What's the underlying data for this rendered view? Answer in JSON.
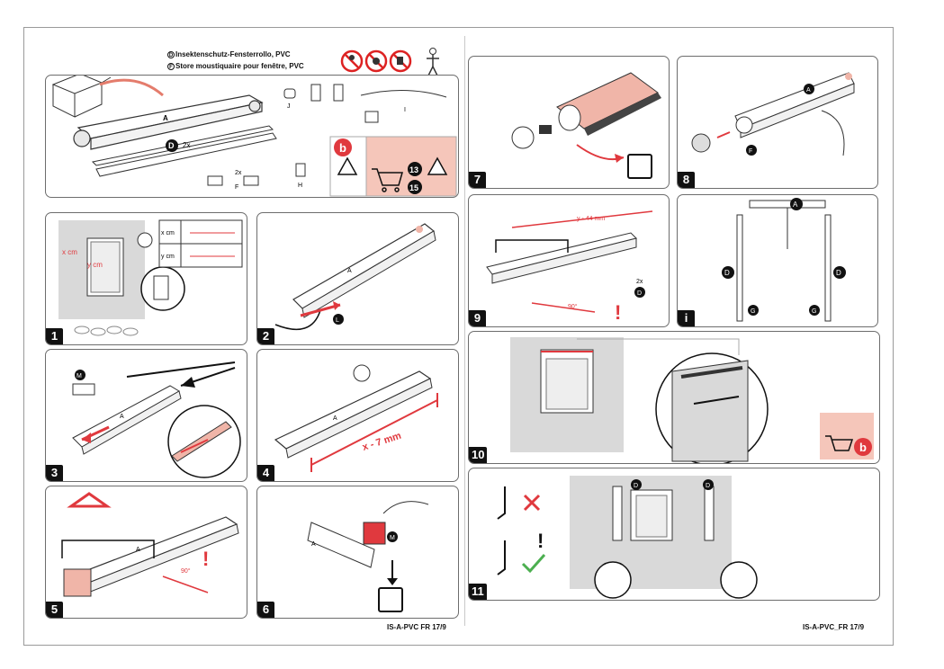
{
  "header": {
    "title_de": "Insektenschutz-Fensterrollo, PVC",
    "title_fr": "Store moustiquaire pour fenêtre, PVC",
    "marker_de": "D",
    "marker_fr": "F"
  },
  "overview": {
    "label_a": "A",
    "label_d": "D",
    "label_d_qty": "2x",
    "label_j": "J",
    "label_i": "I",
    "label_f_qty": "2x",
    "label_f": "F",
    "label_h": "H",
    "label_b": "b",
    "label_13": "13",
    "label_15": "15"
  },
  "panels": {
    "p1": {
      "step": "1",
      "x_cm": "x cm",
      "y_cm": "y cm",
      "table_x": "x cm",
      "table_y": "y cm"
    },
    "p2": {
      "step": "2",
      "label_a": "A",
      "label_l": "L"
    },
    "p3": {
      "step": "3",
      "label_m": "M",
      "label_a": "A"
    },
    "p4": {
      "step": "4",
      "label_a": "A",
      "measure": "x - 7 mm"
    },
    "p5": {
      "step": "5",
      "label_a": "A",
      "angle": "90°"
    },
    "p6": {
      "step": "6",
      "label_a": "A",
      "label_m": "M"
    },
    "p7": {
      "step": "7"
    },
    "p8": {
      "step": "8",
      "label_a": "A",
      "label_f": "F"
    },
    "p9": {
      "step": "9",
      "measure": "y - 44 mm",
      "qty": "2x",
      "label_d": "D",
      "angle": "90°"
    },
    "pi": {
      "step": "i",
      "label_a": "A",
      "label_d1": "D",
      "label_d2": "D",
      "label_g1": "G",
      "label_g2": "G"
    },
    "p10": {
      "step": "10",
      "label_b": "b"
    },
    "p11": {
      "step": "11",
      "label_d1": "D",
      "label_d2": "D"
    }
  },
  "footer": {
    "left": "IS-A-PVC  FR 17/9",
    "right": "IS-A-PVC_FR 17/9"
  },
  "colors": {
    "accent_salmon": "#f0b5a8",
    "accent_red": "#e0393e",
    "check_green": "#4caf50",
    "line": "#1a1a1a",
    "wall_grey": "#d9d9d9"
  }
}
